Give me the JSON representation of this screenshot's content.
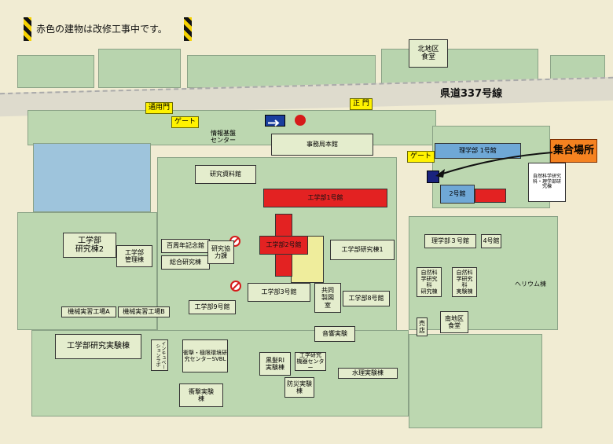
{
  "notice": "赤色の建物は改修工事中です。",
  "road_label": "県道337号線",
  "gates": {
    "tsuyomon": "通用門",
    "gate1": "ゲート",
    "seimon": "正 門",
    "gate2": "ゲート"
  },
  "meeting_point": "集合場所",
  "buildings": {
    "north_cafeteria": "北地区\n食堂",
    "info_center": "情報基盤\nセンター",
    "admin": "事務局本館",
    "research_materials": "研究資料館",
    "eng1": "工学部1号館",
    "eng2": "工学部2号館",
    "eng_research1": "工学部研究棟1",
    "eng_research2": "工学部\n研究棟2",
    "eng_admin": "工学部\n管理棟",
    "centennial": "百周年記念館",
    "general_research": "総合研究棟",
    "research_coop": "研究協\n力課",
    "eng3": "工学部3号館",
    "eng8": "工学部8号館",
    "eng9": "工学部9号館",
    "shared_workshop": "共同\n製図\n室",
    "acoustic": "音響実験",
    "mech_a": "機械実習工場A",
    "mech_b": "機械実習工場B",
    "eng_experiment": "工学部研究実験棟",
    "incubation": "インキュベーションラボ",
    "shock_center": "衝撃・極限環境研究センターSVBL",
    "shock_lab": "衝撃実験\n棟",
    "rad_lab": "黒髪RI\n実験棟",
    "eng_instruments": "工学研究\n機器センター",
    "disaster_lab": "防災実験\n棟",
    "hydraulic": "水理実験棟",
    "sci1": "理学部 1号館",
    "sci_research": "自然科学研究\n科・理学部研\n究棟",
    "sci2": "2号館",
    "sci3": "理学部３号館",
    "sci4": "4号館",
    "natsci": "自然科\n学研究\n科\n研究棟",
    "natsci2": "自然科\n学研究\n科\n実験棟",
    "helium": "ヘリウム棟",
    "shop": "売\n店",
    "south_cafeteria": "南地区\n食堂"
  },
  "colors": {
    "renovation": "#e32222",
    "science": "#6fa8d6",
    "meeting": "#f58220"
  }
}
